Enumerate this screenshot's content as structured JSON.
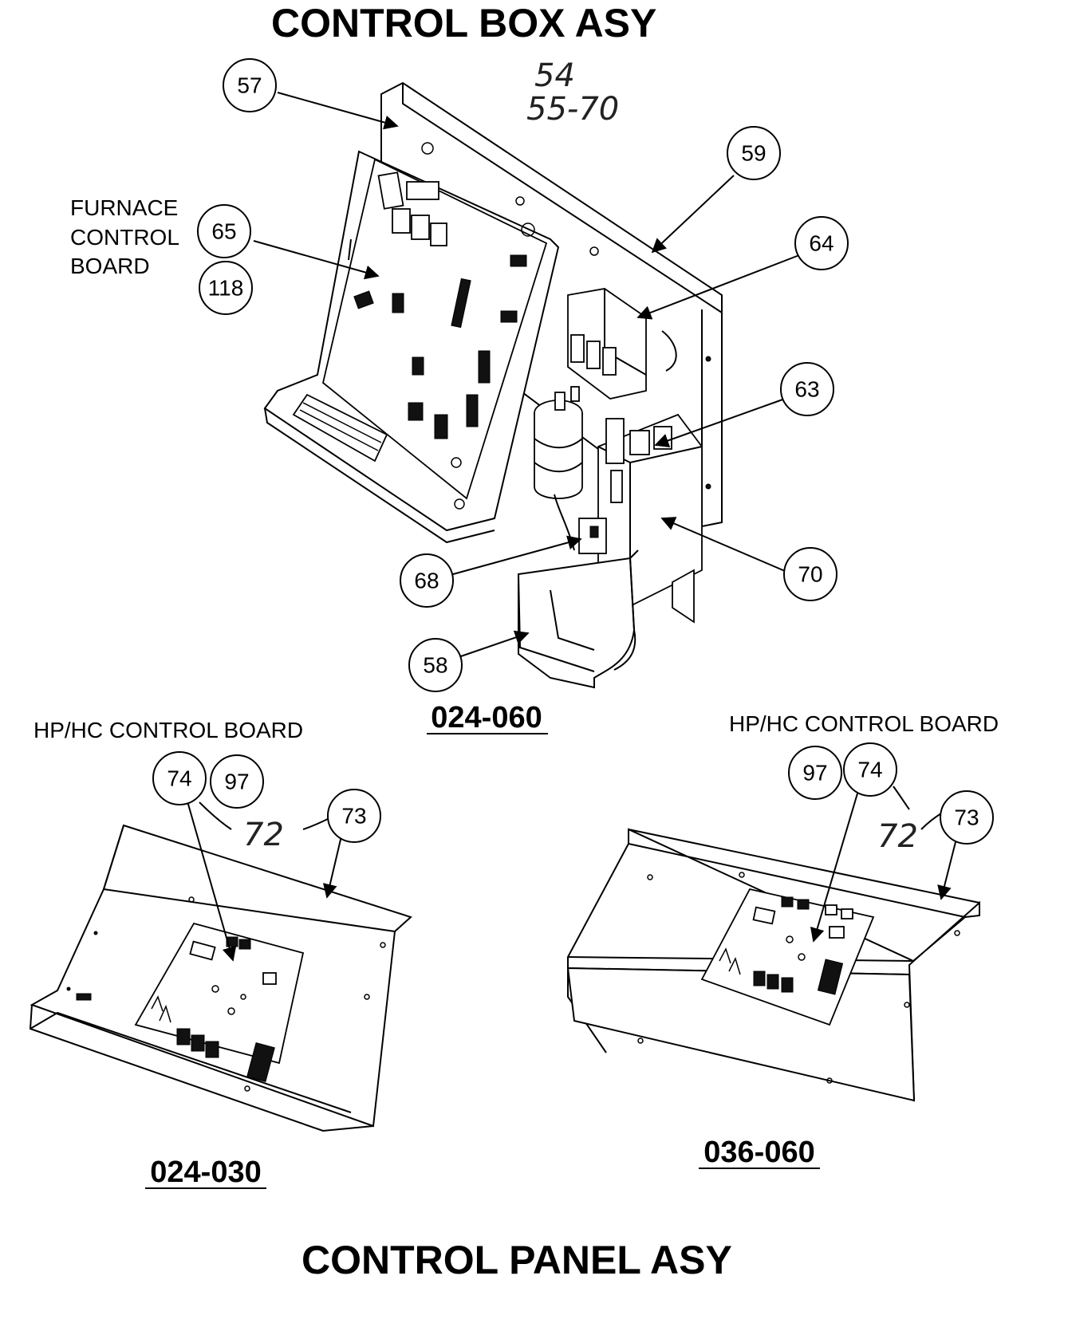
{
  "titles": {
    "top": "CONTROL BOX ASY",
    "bottom": "CONTROL PANEL ASY"
  },
  "handwritten": {
    "top_line1": "54",
    "top_line2": "55-70",
    "left_panel": "72",
    "right_panel": "72"
  },
  "labels": {
    "furnace_line1": "FURNACE",
    "furnace_line2": "CONTROL",
    "furnace_line3": "BOARD",
    "hp_hc_left": "HP/HC CONTROL BOARD",
    "hp_hc_right": "HP/HC CONTROL BOARD"
  },
  "models": {
    "top": "024-060",
    "bottom_left": "024-030",
    "bottom_right": "036-060"
  },
  "callouts": {
    "c57": "57",
    "c59": "59",
    "c65": "65",
    "c118": "118",
    "c64": "64",
    "c63": "63",
    "c68": "68",
    "c70": "70",
    "c58": "58",
    "left_74": "74",
    "left_97": "97",
    "left_73": "73",
    "right_97": "97",
    "right_74": "74",
    "right_73": "73"
  }
}
